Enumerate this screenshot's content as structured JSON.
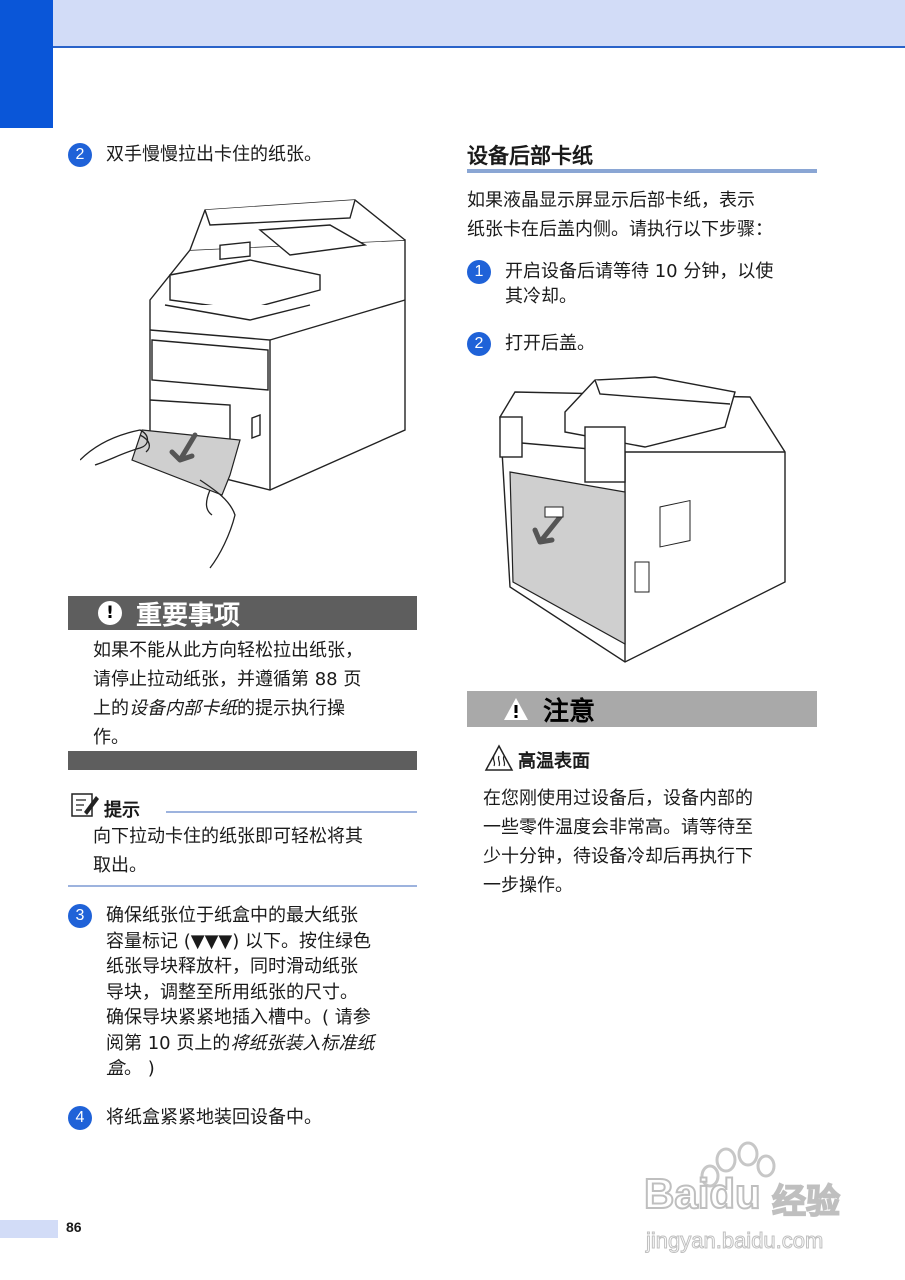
{
  "left": {
    "step2": {
      "num": "2",
      "text": "双手慢慢拉出卡住的纸张。"
    },
    "important": {
      "title": "重要事项",
      "icon": "!",
      "line1": "如果不能从此方向轻松拉出纸张，",
      "line2": "请停止拉动纸张，并遵循第 88 页",
      "line3_pre": "上的",
      "line3_link": "设备内部卡纸",
      "line3_post": "的提示执行操",
      "line4": "作。"
    },
    "note": {
      "title": "提示",
      "line1": "向下拉动卡住的纸张即可轻松将其",
      "line2": "取出。"
    },
    "step3": {
      "num": "3",
      "line1": "确保纸张位于纸盒中的最大纸张",
      "line2": "容量标记 (▼▼▼) 以下。按住绿色",
      "line3": "纸张导块释放杆，同时滑动纸张",
      "line4": "导块，调整至所用纸张的尺寸。",
      "line5": "确保导块紧紧地插入槽中。( 请参",
      "line6_pre": "阅第 10 页上的",
      "line6_link": "将纸张装入标准纸",
      "line7_link": "盒",
      "line7_post": "。 )"
    },
    "step4": {
      "num": "4",
      "text": "将纸盒紧紧地装回设备中。"
    }
  },
  "right": {
    "title": "设备后部卡纸",
    "intro_line1_pre": "如果液晶显示屏显示",
    "intro_line1_code": "后部卡纸",
    "intro_line1_post": "，表示",
    "intro_line2": "纸张卡在后盖内侧。请执行以下步骤：",
    "step1": {
      "num": "1",
      "line1": "开启设备后请等待 10 分钟，以使",
      "line2": "其冷却。"
    },
    "step2": {
      "num": "2",
      "text": "打开后盖。"
    },
    "caution": {
      "title": "注意",
      "subtitle": "高温表面",
      "line1": "在您刚使用过设备后，设备内部的",
      "line2": "一些零件温度会非常高。请等待至",
      "line3": "少十分钟，待设备冷却后再执行下",
      "line4": "一步操作。"
    }
  },
  "footer": {
    "page": "86"
  },
  "watermark": {
    "brand": "Bai",
    "brand2": "du",
    "cn": "经验",
    "url": "jingyan.baidu.com"
  },
  "colors": {
    "accent": "#1f62d8",
    "banner_dark": "#5e5e5e",
    "banner_light": "#a9a9a9"
  }
}
